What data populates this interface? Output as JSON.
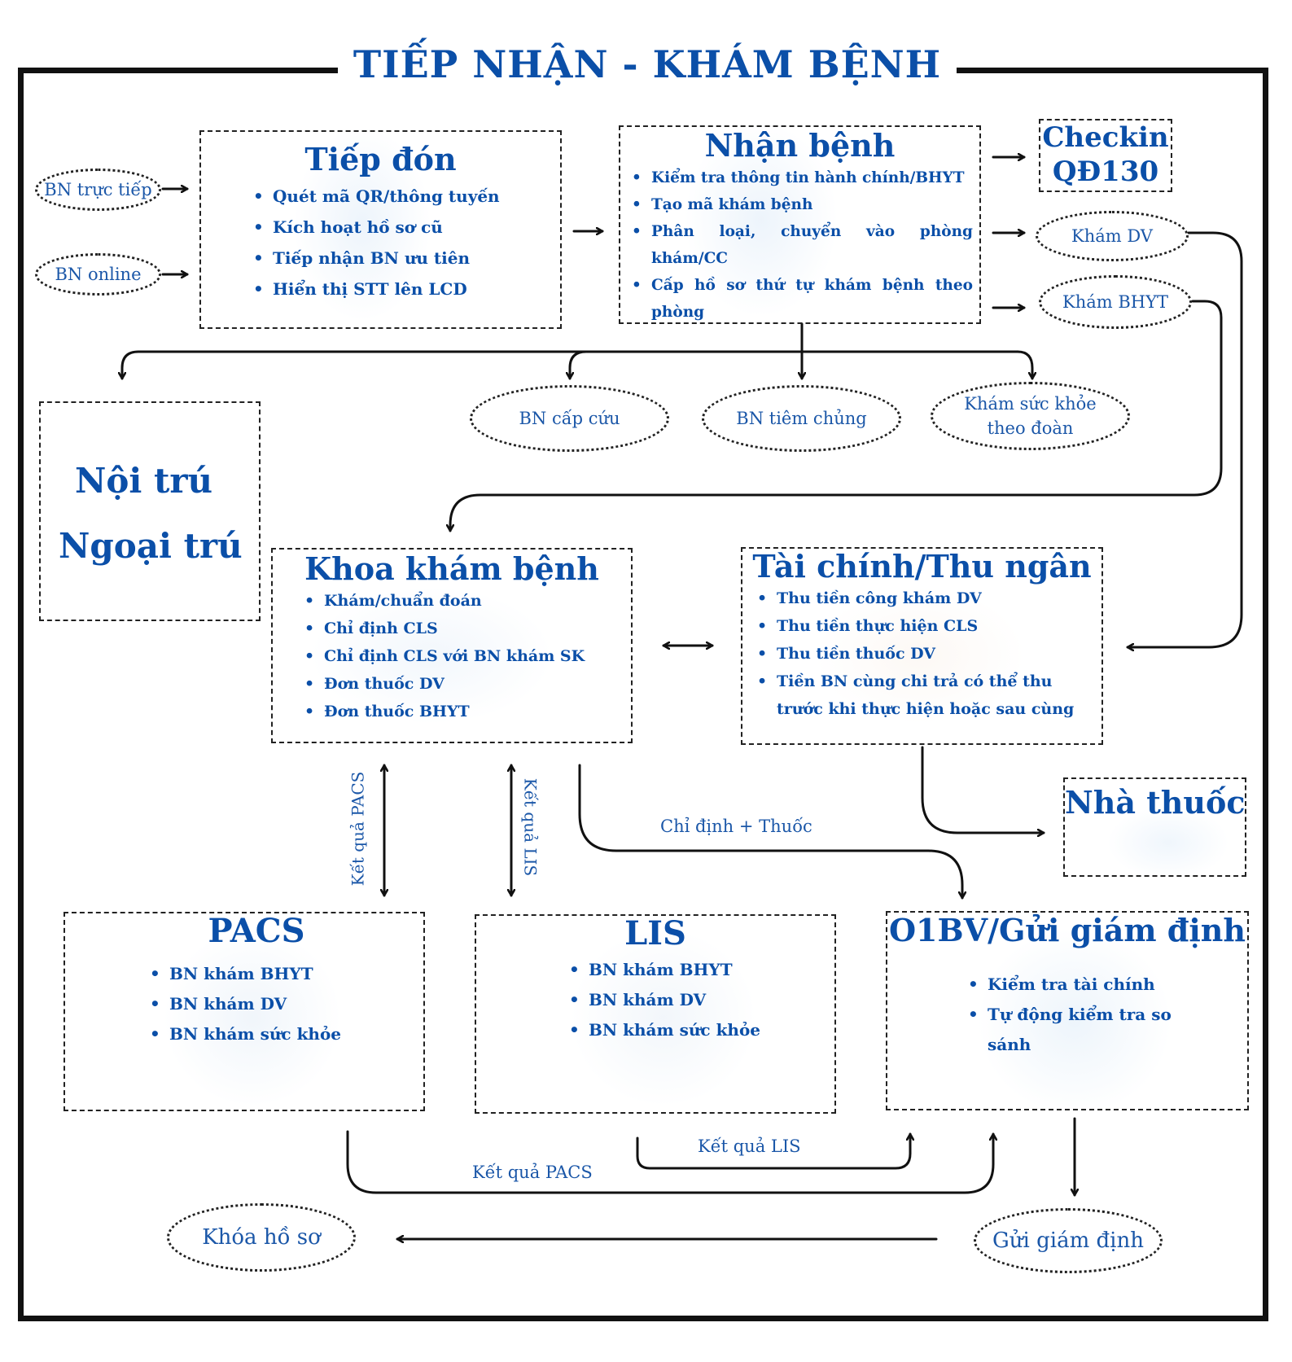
{
  "title": "TIẾP NHẬN - KHÁM BỆNH",
  "colors": {
    "primary": "#0b4fa8",
    "border": "#111111"
  },
  "tiep_don": {
    "title": "Tiếp đón",
    "items": [
      "Quét mã QR/thông tuyến",
      "Kích hoạt hồ sơ cũ",
      "Tiếp nhận BN ưu tiên",
      "Hiển thị STT lên LCD"
    ]
  },
  "nhan_benh": {
    "title": "Nhận bệnh",
    "items": [
      "Kiểm tra thông tin hành chính/BHYT",
      "Tạo mã khám bệnh",
      "Phân loại, chuyển vào phòng khám/CC",
      "Cấp hồ sơ thứ tự khám bệnh theo phòng"
    ]
  },
  "checkin": {
    "line1": "Checkin",
    "line2": "QĐ130"
  },
  "noi_tru": {
    "line1": "Nội trú",
    "line2": "Ngoại trú"
  },
  "khoa_kham_benh": {
    "title": "Khoa khám bệnh",
    "items": [
      "Khám/chuẩn đoán",
      "Chỉ định CLS",
      "Chỉ định CLS với BN khám SK",
      "Đơn thuốc DV",
      "Đơn thuốc BHYT"
    ]
  },
  "tai_chinh": {
    "title": "Tài chính/Thu ngân",
    "items": [
      "Thu tiền công khám DV",
      "Thu tiền thực hiện CLS",
      "Thu tiền thuốc DV",
      "Tiền BN cùng chi trả có thể thu trước khi thực hiện hoặc sau cùng"
    ]
  },
  "nha_thuoc": {
    "title": "Nhà thuốc"
  },
  "pacs": {
    "title": "PACS",
    "items": [
      "BN khám BHYT",
      "BN khám DV",
      "BN khám sức khỏe"
    ]
  },
  "lis": {
    "title": "LIS",
    "items": [
      "BN khám BHYT",
      "BN khám DV",
      "BN khám sức khỏe"
    ]
  },
  "o1bv": {
    "title": "O1BV/Gửi giám định",
    "items": [
      "Kiểm tra tài chính",
      "Tự động kiểm tra so sánh"
    ]
  },
  "ovals": {
    "bn_truc_tiep": "BN trực tiếp",
    "bn_online": "BN online",
    "kham_dv": "Khám DV",
    "kham_bhyt": "Khám BHYT",
    "bn_cap_cuu": "BN cấp cứu",
    "bn_tiem_chung": "BN tiêm chủng",
    "kham_suc_khoe": "Khám sức khỏe theo đoàn",
    "khoa_ho_so": "Khóa hồ sơ",
    "gui_giam_dinh": "Gửi giám định"
  },
  "labels": {
    "ket_qua_pacs_v": "Kết quả PACS",
    "ket_qua_lis_v": "Kết quả LIS",
    "chi_dinh_thuoc": "Chỉ định + Thuốc",
    "ket_qua_lis": "Kết quả LIS",
    "ket_qua_pacs": "Kết quả PACS"
  }
}
